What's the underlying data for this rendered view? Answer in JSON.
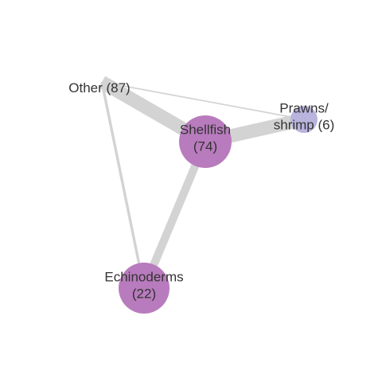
{
  "colors": {
    "edge": "#d3d3d3",
    "node_large": "#b87bbd",
    "node_small": "#b9b4de",
    "label": "#333333"
  },
  "network": {
    "nodes": [
      {
        "id": "other",
        "label_lines": [
          "Other (87)"
        ],
        "value": 87,
        "color": "#b87bbd",
        "show_circle": false
      },
      {
        "id": "shellfish",
        "label_lines": [
          "Shellfish",
          "(74)"
        ],
        "value": 74,
        "color": "#b87bbd",
        "show_circle": true
      },
      {
        "id": "prawns",
        "label_lines": [
          "Prawns/",
          "shrimp (6)"
        ],
        "value": 6,
        "color": "#b9b4de",
        "show_circle": true
      },
      {
        "id": "echinoderms",
        "label_lines": [
          "Echinoderms",
          "(22)"
        ],
        "value": 22,
        "color": "#b87bbd",
        "show_circle": true
      }
    ],
    "edges": [
      {
        "source": "other",
        "target": "shellfish",
        "weight": 5
      },
      {
        "source": "shellfish",
        "target": "prawns",
        "weight": 5
      },
      {
        "source": "shellfish",
        "target": "echinoderms",
        "weight": 3
      },
      {
        "source": "other",
        "target": "echinoderms",
        "weight": 1
      },
      {
        "source": "other",
        "target": "prawns",
        "weight": 0.5
      }
    ]
  }
}
